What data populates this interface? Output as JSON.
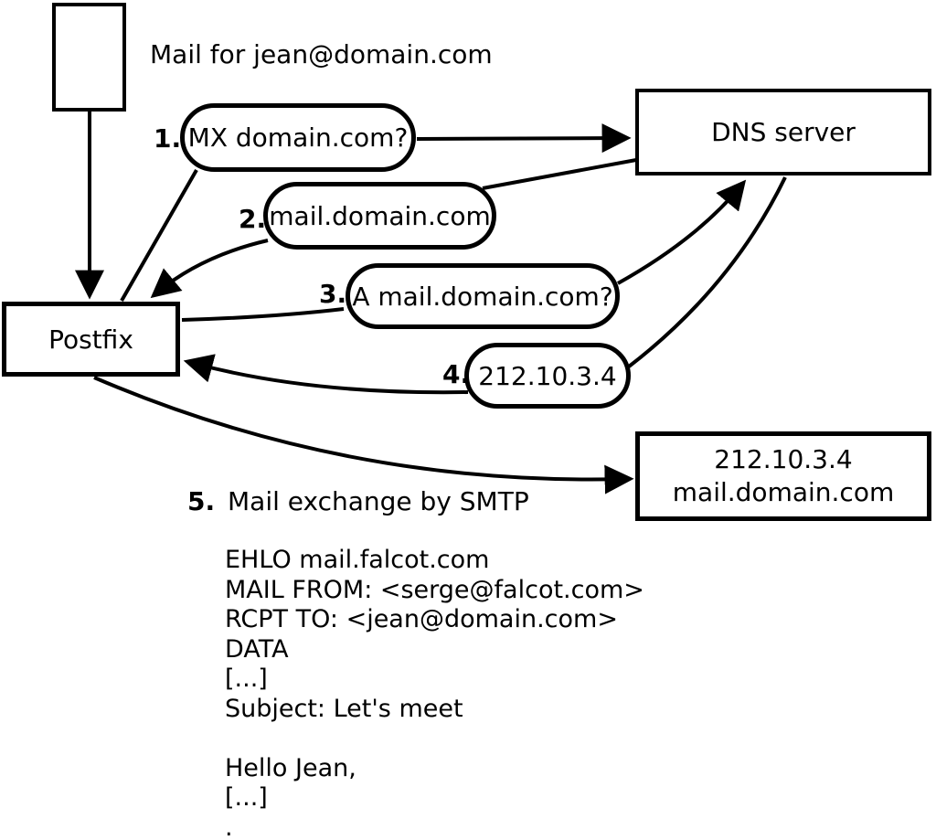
{
  "diagram": {
    "mail_note": "Mail for jean@domain.com",
    "postfix_label": "Postfix",
    "dns_label": "DNS server",
    "target_box": {
      "line1": "212.10.3.4",
      "line2": "mail.domain.com"
    },
    "steps": [
      {
        "num": "1.",
        "label": "MX domain.com?"
      },
      {
        "num": "2.",
        "label": "mail.domain.com"
      },
      {
        "num": "3.",
        "label": "A mail.domain.com?"
      },
      {
        "num": "4.",
        "label": "212.10.3.4"
      },
      {
        "num": "5.",
        "label": "Mail exchange by SMTP"
      }
    ],
    "smtp_session": "EHLO mail.falcot.com\nMAIL FROM: <serge@falcot.com>\nRCPT TO: <jean@domain.com>\nDATA\n[...]\nSubject: Let's meet\n\nHello Jean,\n[...]\n.",
    "colors": {
      "ink": "#000000",
      "background": "#ffffff"
    }
  }
}
